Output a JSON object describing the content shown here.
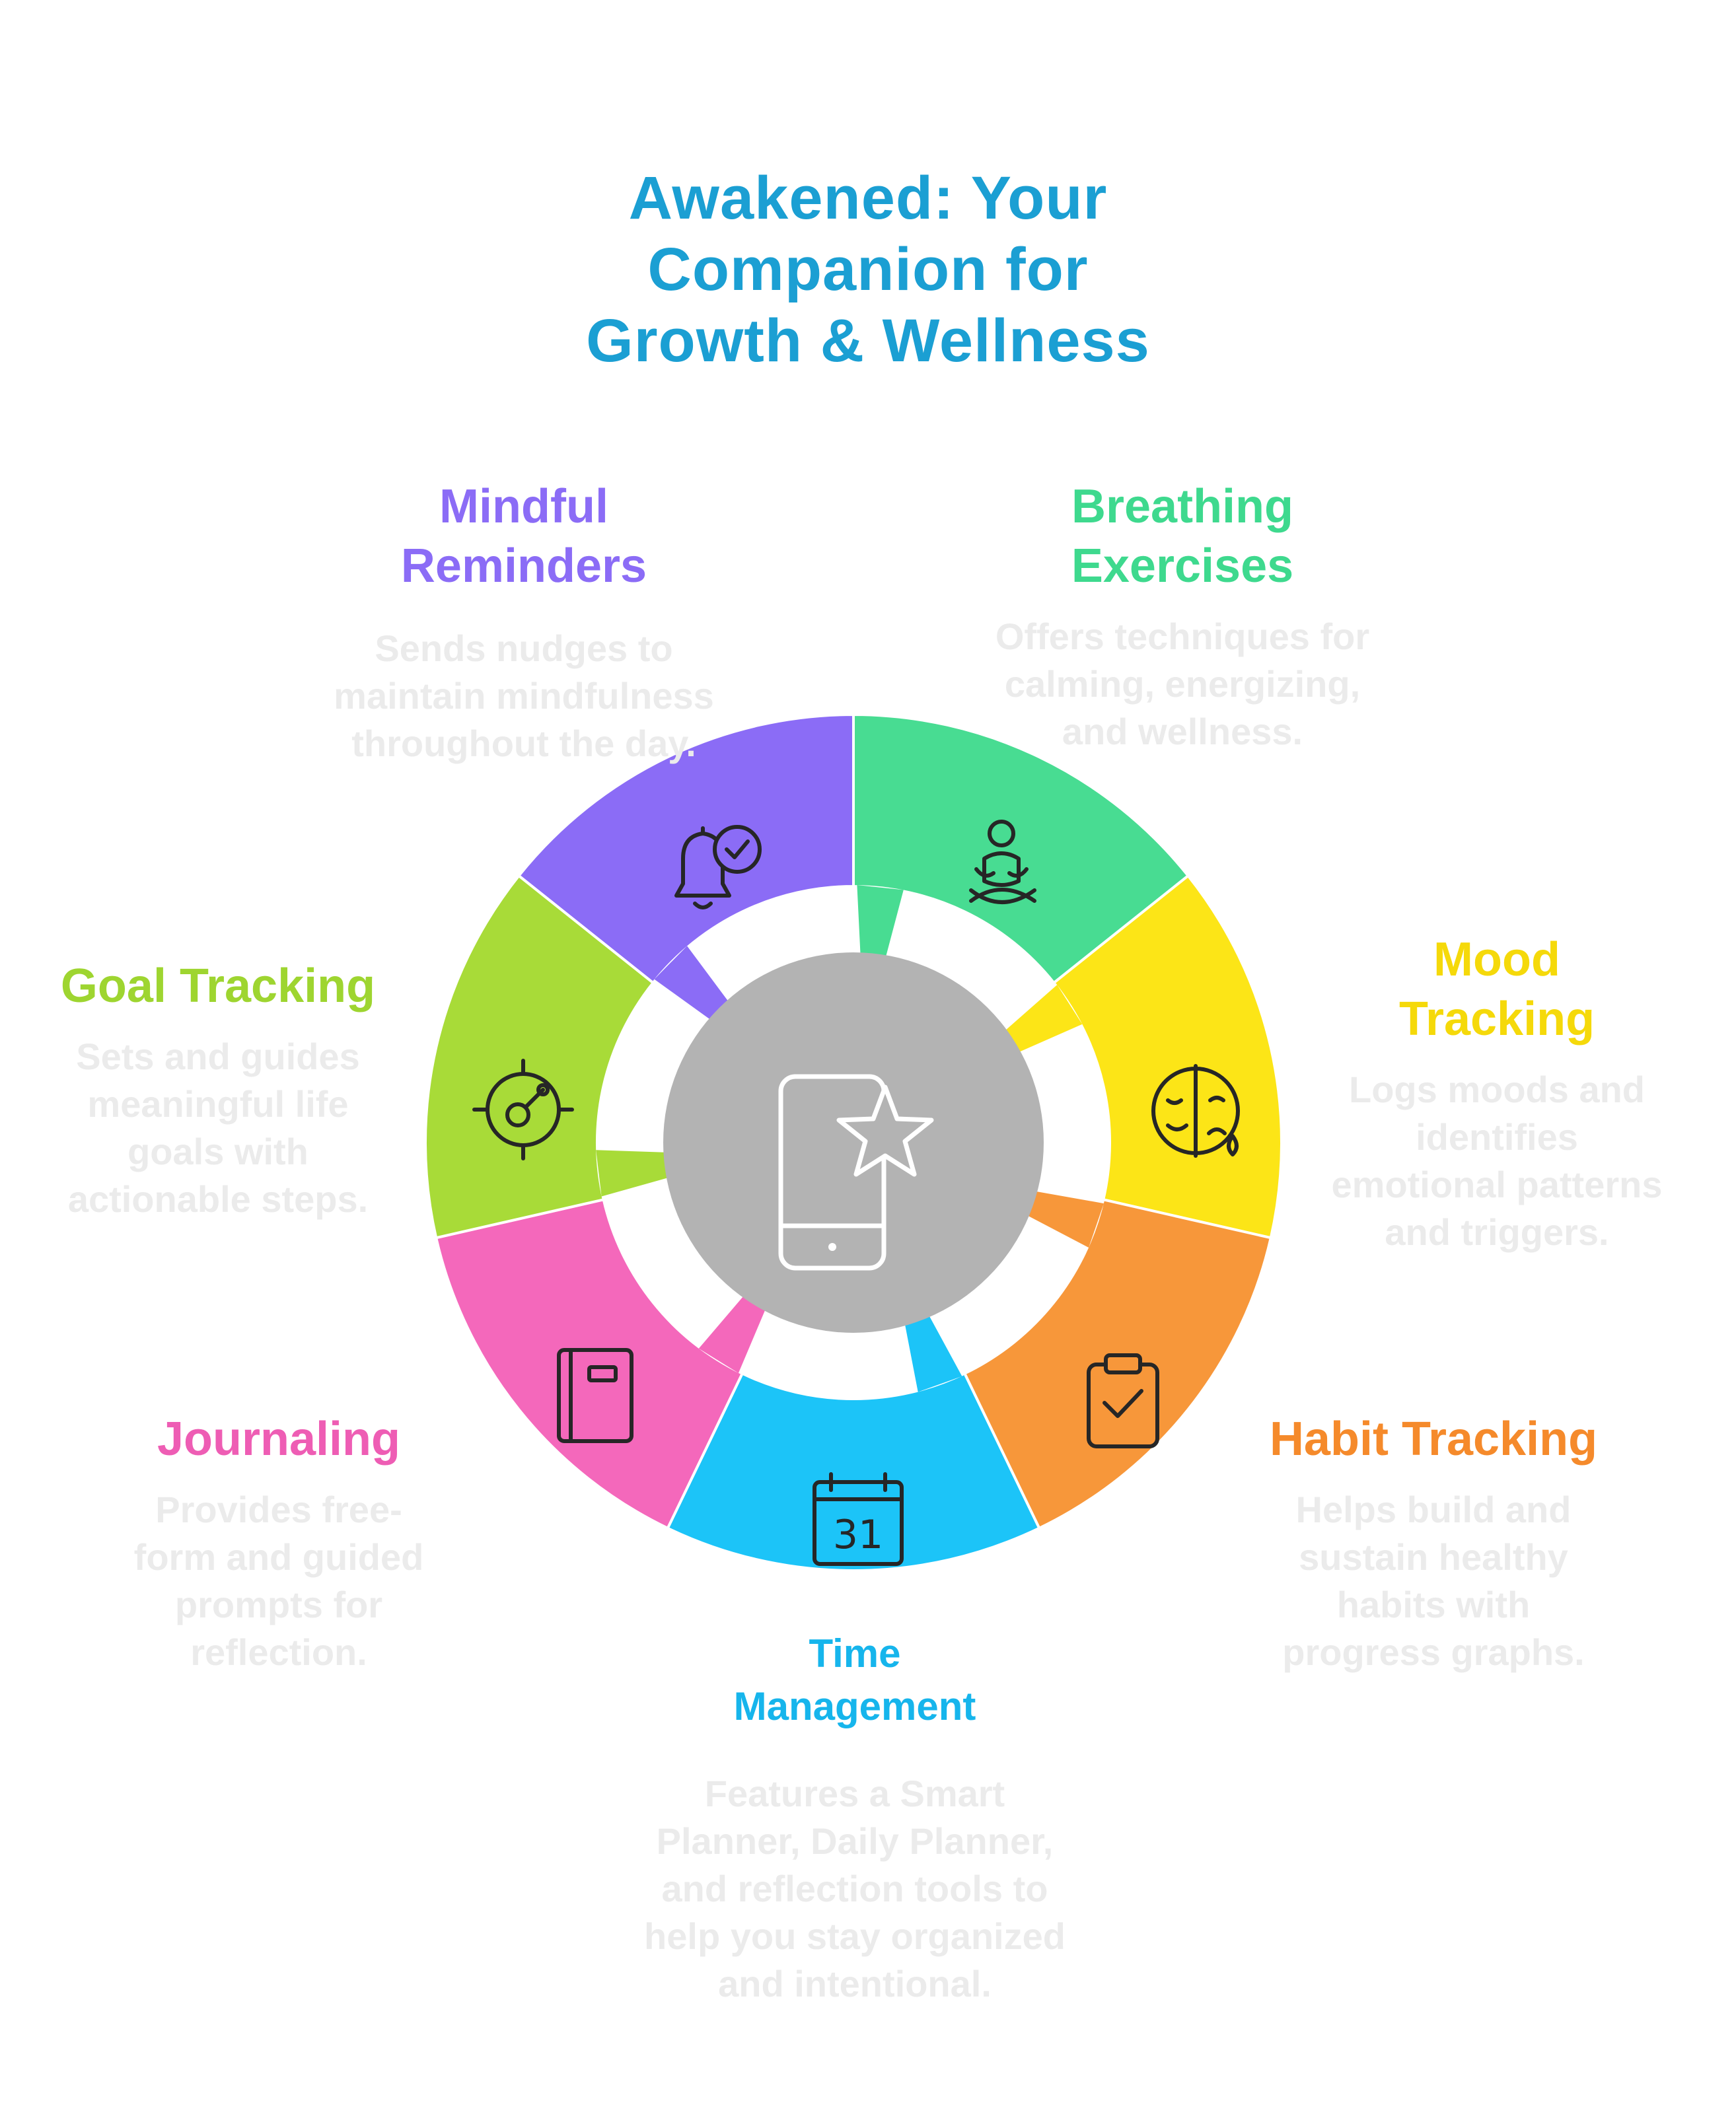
{
  "title_lines": [
    "Awakened: Your",
    "Companion for",
    "Growth & Wellness"
  ],
  "center": {
    "color": "#B3B3B3",
    "icon": "smartphone-star-icon"
  },
  "segments": [
    {
      "key": "mindful",
      "heading": [
        "Mindful",
        "Reminders"
      ],
      "desc": [
        "Sends nudges to",
        "maintain mindfulness",
        "throughout the day."
      ],
      "color": "#8B6CF6",
      "text_color": "#8B6CF6",
      "icon": "bell-check-icon"
    },
    {
      "key": "breathing",
      "heading": [
        "Breathing",
        "Exercises"
      ],
      "desc": [
        "Offers techniques for",
        "calming, energizing,",
        "and wellness."
      ],
      "color": "#48DC92",
      "text_color": "#3ED98E",
      "icon": "meditation-icon"
    },
    {
      "key": "mood",
      "heading": [
        "Mood",
        "Tracking"
      ],
      "desc": [
        "Logs moods and",
        "identifies",
        "emotional patterns",
        "and triggers."
      ],
      "color": "#FCE517",
      "text_color": "#F5D90A",
      "icon": "mood-mask-icon"
    },
    {
      "key": "habit",
      "heading": [
        "Habit Tracking"
      ],
      "desc": [
        "Helps build and",
        "sustain healthy",
        "habits with",
        "progress graphs."
      ],
      "color": "#F7973A",
      "text_color": "#F58A2B",
      "icon": "clipboard-check-icon"
    },
    {
      "key": "time",
      "heading": [
        "Time",
        "Management"
      ],
      "desc": [
        "Features a Smart",
        "Planner, Daily Planner,",
        "and reflection tools to",
        "help you stay organized",
        "and intentional."
      ],
      "color": "#1CC4F8",
      "text_color": "#16B5EC",
      "icon": "calendar-icon",
      "icon_text": "31"
    },
    {
      "key": "journaling",
      "heading": [
        "Journaling"
      ],
      "desc": [
        "Provides free-",
        "form and guided",
        "prompts for",
        "reflection."
      ],
      "color": "#F468BB",
      "text_color": "#EE5DB4",
      "icon": "notebook-icon"
    },
    {
      "key": "goal",
      "heading": [
        "Goal Tracking"
      ],
      "desc": [
        "Sets and guides",
        "meaningful life",
        "goals with",
        "actionable steps."
      ],
      "color": "#A8DB38",
      "text_color": "#9ED530",
      "icon": "target-icon"
    }
  ]
}
